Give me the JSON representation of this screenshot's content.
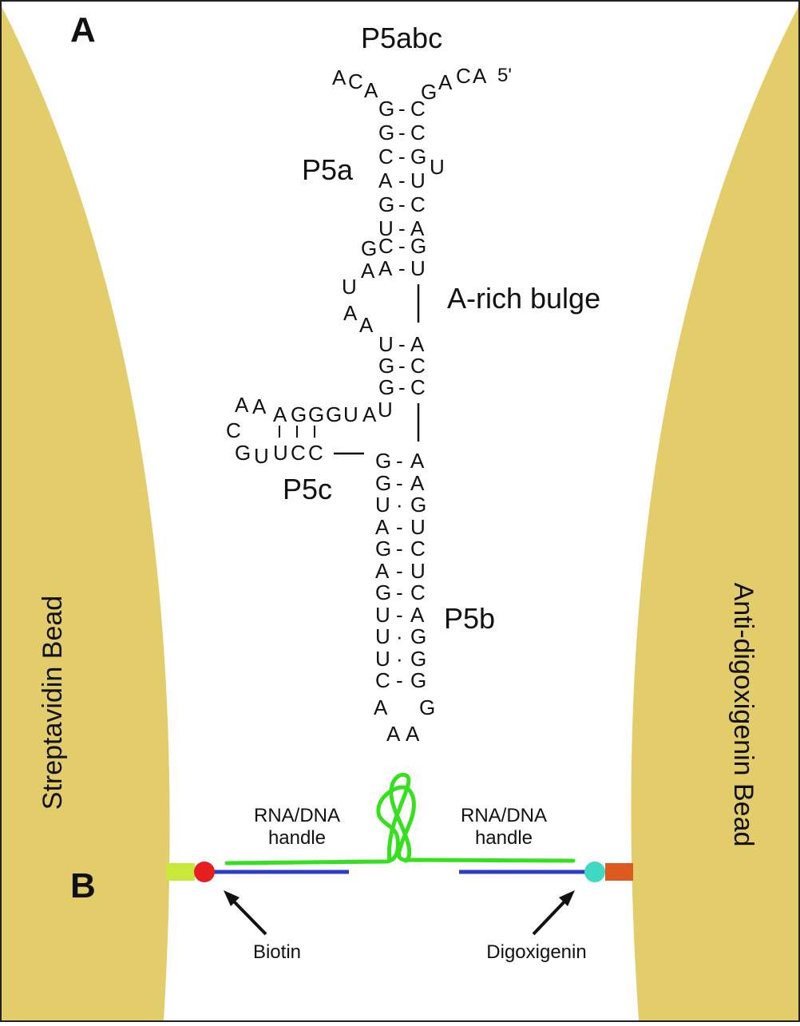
{
  "panels": {
    "a": "A",
    "b": "B"
  },
  "labels": {
    "p5abc": "P5abc",
    "p5a": "P5a",
    "arich": "A-rich bulge",
    "p5c": "P5c",
    "p5b": "P5b",
    "five_prime": "5'"
  },
  "beads": {
    "left": "Streptavidin Bead",
    "right": "Anti-digoxigenin Bead",
    "color": "#e3cc6a"
  },
  "setup": {
    "handle_left_1": "RNA/DNA",
    "handle_left_2": "handle",
    "handle_right_1": "RNA/DNA",
    "handle_right_2": "handle",
    "biotin": "Biotin",
    "digoxigenin": "Digoxigenin"
  },
  "colors": {
    "rna": "#35e01c",
    "dna": "#2b3fc4",
    "biotin": "#e81d1d",
    "digoxigenin": "#3ed8c4",
    "left_tag": "#c8e83a",
    "right_tag": "#dd5a1e"
  },
  "sequence": {
    "top_left_loop": [
      "A",
      "C",
      "A"
    ],
    "top_right_loop": [
      "G",
      "A",
      "C",
      "A"
    ],
    "p5a_pairs": [
      [
        "G",
        "-",
        "C"
      ],
      [
        "G",
        "-",
        "C"
      ],
      [
        "C",
        "-",
        "G"
      ],
      [
        "A",
        "-",
        "U"
      ],
      [
        "G",
        "-",
        "C"
      ],
      [
        "U",
        "-",
        "A"
      ],
      [
        "C",
        "-",
        "G"
      ],
      [
        "A",
        "-",
        "U"
      ]
    ],
    "p5a_bulge_right": "U",
    "p5a_bulge_left": "G",
    "arich_nts": [
      "A",
      "U",
      "A",
      "A"
    ],
    "mid_pairs": [
      [
        "U",
        "-",
        "A"
      ],
      [
        "G",
        "-",
        "C"
      ],
      [
        "G",
        "-",
        "C"
      ]
    ],
    "p5c_top": [
      "A",
      "A",
      "A",
      "G",
      "G",
      "G",
      "U",
      "A",
      "U"
    ],
    "p5c_loop": "C",
    "p5c_bottom": [
      "G",
      "U",
      "U",
      "C",
      "C"
    ],
    "p5b_pairs": [
      [
        "G",
        "-",
        "A"
      ],
      [
        "G",
        "-",
        "A"
      ],
      [
        "U",
        "·",
        "G"
      ],
      [
        "A",
        "-",
        "U"
      ],
      [
        "G",
        "-",
        "C"
      ],
      [
        "A",
        "-",
        "U"
      ],
      [
        "G",
        "-",
        "C"
      ],
      [
        "U",
        "-",
        "A"
      ],
      [
        "U",
        "·",
        "G"
      ],
      [
        "U",
        "·",
        "G"
      ],
      [
        "C",
        "-",
        "G"
      ]
    ],
    "terminal_loop": [
      "A",
      "G",
      "A",
      "A"
    ]
  }
}
